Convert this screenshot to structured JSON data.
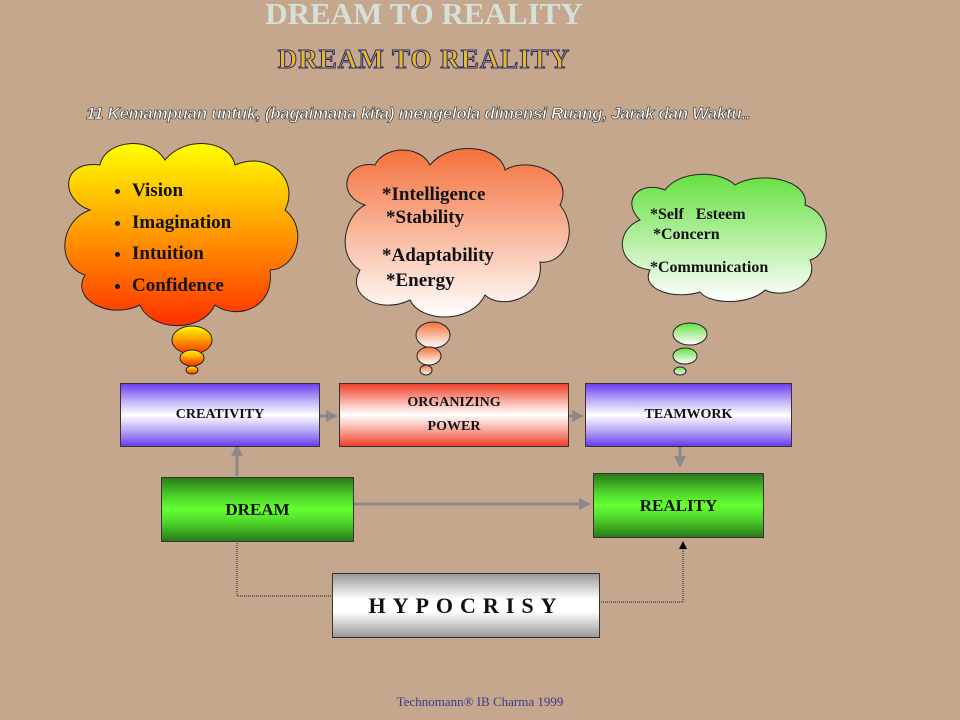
{
  "title": "DREAM TO REALITY",
  "subtitle": "DREAM TO REALITY",
  "tagline": "11 Kemampuan untuk, (bagaimana kita) mengelola dimensi Ruang, Jarak dan Waktu..",
  "clouds": {
    "creativity": [
      "Vision",
      "Imagination",
      "Intuition",
      "Confidence"
    ],
    "organizing": [
      "*Intelligence",
      "*Stability",
      "*Adaptability",
      "*Energy"
    ],
    "teamwork": [
      "*Self   Esteem",
      "*Concern",
      "*Communication"
    ]
  },
  "boxes": {
    "creativity": "CREATIVITY",
    "organizing_1": "ORGANIZING",
    "organizing_2": "POWER",
    "teamwork": "TEAMWORK",
    "dream": "DREAM",
    "reality": "REALITY",
    "hypocrisy": "HYPOCRISY"
  },
  "footer": "Technomann® IB Charma 1999"
}
